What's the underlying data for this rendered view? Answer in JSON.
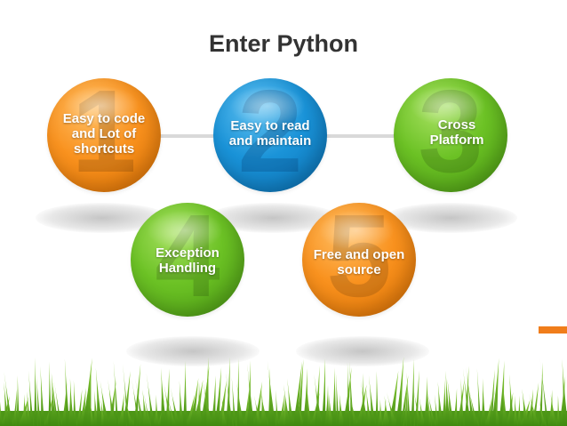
{
  "title": "Enter Python",
  "colors": {
    "orange": "#f9921f",
    "blue": "#1a93d8",
    "green": "#6cc225",
    "accent": "#f07d1b",
    "grass": "#5aa51a"
  },
  "steps": [
    {
      "number": "1",
      "label": "Easy to code and Lot of shortcuts",
      "color": "orange"
    },
    {
      "number": "2",
      "label": "Easy to read and maintain",
      "color": "blue"
    },
    {
      "number": "3",
      "label": "Cross Platform",
      "color": "green"
    },
    {
      "number": "4",
      "label": "Exception Handling",
      "color": "green"
    },
    {
      "number": "5",
      "label": "Free and open source",
      "color": "orange"
    }
  ]
}
